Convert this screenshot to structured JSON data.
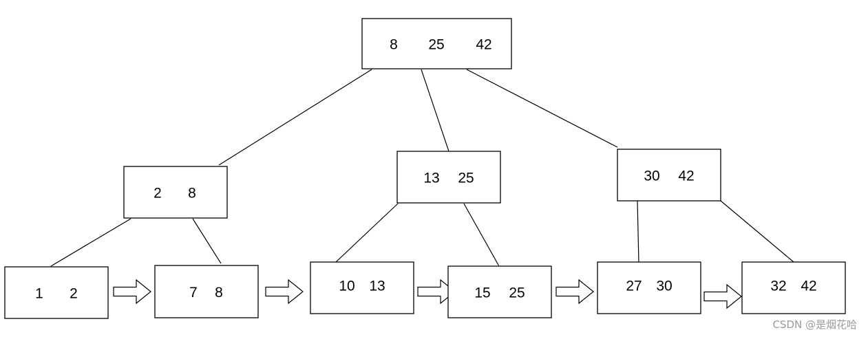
{
  "diagram": {
    "nodes": [
      {
        "id": "root",
        "keys": [
          "8",
          "25",
          "42"
        ]
      },
      {
        "id": "internal-left",
        "keys": [
          "2",
          "8"
        ]
      },
      {
        "id": "internal-middle",
        "keys": [
          "13",
          "25"
        ]
      },
      {
        "id": "internal-right",
        "keys": [
          "30",
          "42"
        ]
      },
      {
        "id": "leaf-1",
        "keys": [
          "1",
          "2"
        ]
      },
      {
        "id": "leaf-2",
        "keys": [
          "7",
          "8"
        ]
      },
      {
        "id": "leaf-3",
        "keys": [
          "10",
          "13"
        ]
      },
      {
        "id": "leaf-4",
        "keys": [
          "15",
          "25"
        ]
      },
      {
        "id": "leaf-5",
        "keys": [
          "27",
          "30"
        ]
      },
      {
        "id": "leaf-6",
        "keys": [
          "32",
          "42"
        ]
      }
    ],
    "edges": [
      {
        "from": "root",
        "to": "internal-left"
      },
      {
        "from": "root",
        "to": "internal-middle"
      },
      {
        "from": "root",
        "to": "internal-right"
      },
      {
        "from": "internal-left",
        "to": "leaf-1"
      },
      {
        "from": "internal-left",
        "to": "leaf-2"
      },
      {
        "from": "internal-middle",
        "to": "leaf-3"
      },
      {
        "from": "internal-middle",
        "to": "leaf-4"
      },
      {
        "from": "internal-right",
        "to": "leaf-5"
      },
      {
        "from": "internal-right",
        "to": "leaf-6"
      }
    ],
    "leaf_links": [
      {
        "from": "leaf-1",
        "to": "leaf-2"
      },
      {
        "from": "leaf-2",
        "to": "leaf-3"
      },
      {
        "from": "leaf-3",
        "to": "leaf-4"
      },
      {
        "from": "leaf-4",
        "to": "leaf-5"
      },
      {
        "from": "leaf-5",
        "to": "leaf-6"
      }
    ]
  },
  "watermark": "CSDN @是烟花哈"
}
